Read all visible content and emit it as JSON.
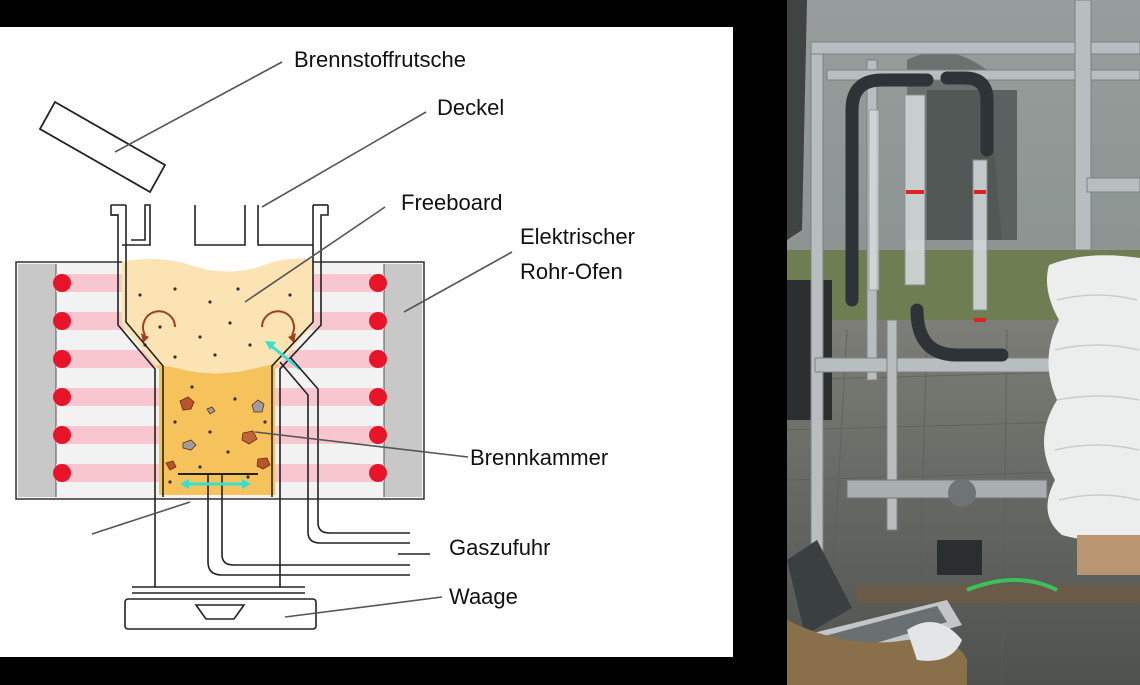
{
  "labels": {
    "fuel_chute": "Brennstoffrutsche",
    "lid": "Deckel",
    "freeboard": "Freeboard",
    "furnace_line1": "Elektrischer",
    "furnace_line2": "Rohr-Ofen",
    "combustion_chamber": "Brennkammer",
    "gas_supply": "Gaszufuhr",
    "scale": "Waage"
  },
  "colors": {
    "bed": "#f5c25c",
    "freeboard": "#fbe3b4",
    "heater_dot": "#e8142a",
    "stripe_pink": "#f7c6cf",
    "stripe_light": "#f2f2f2",
    "furnace_wall": "#c8c8c8",
    "air_arrow": "#35e0d0",
    "particles": "#b8542e"
  }
}
